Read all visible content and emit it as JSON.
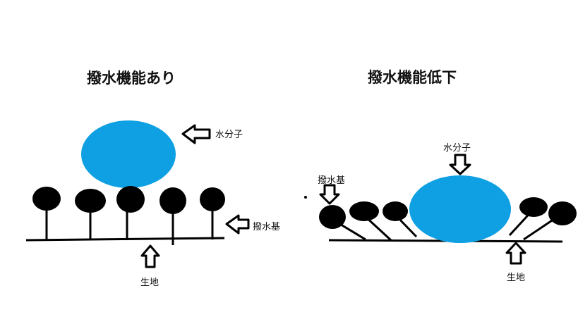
{
  "panels": {
    "left": {
      "title": "撥水機能あり",
      "labels": {
        "water": "水分子",
        "group": "撥水基",
        "base": "生地"
      }
    },
    "right": {
      "title": "撥水機能低下",
      "labels": {
        "water": "水分子",
        "group": "撥水基",
        "base": "生地"
      }
    }
  },
  "colors": {
    "water": "#0ea0e2",
    "ink": "#000000",
    "background": "#ffffff"
  }
}
